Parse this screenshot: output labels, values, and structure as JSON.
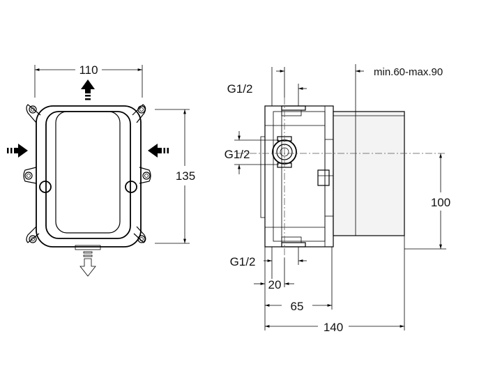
{
  "front_view": {
    "width_label": "110",
    "height_label": "135"
  },
  "side_view": {
    "g12_top_label": "G1/2",
    "g12_mid_label": "G1/2",
    "g12_bottom_label": "G1/2",
    "depth_range_label": "min.60-max.90",
    "height_label": "100",
    "dim_20_label": "20",
    "dim_65_label": "65",
    "dim_140_label": "140"
  }
}
